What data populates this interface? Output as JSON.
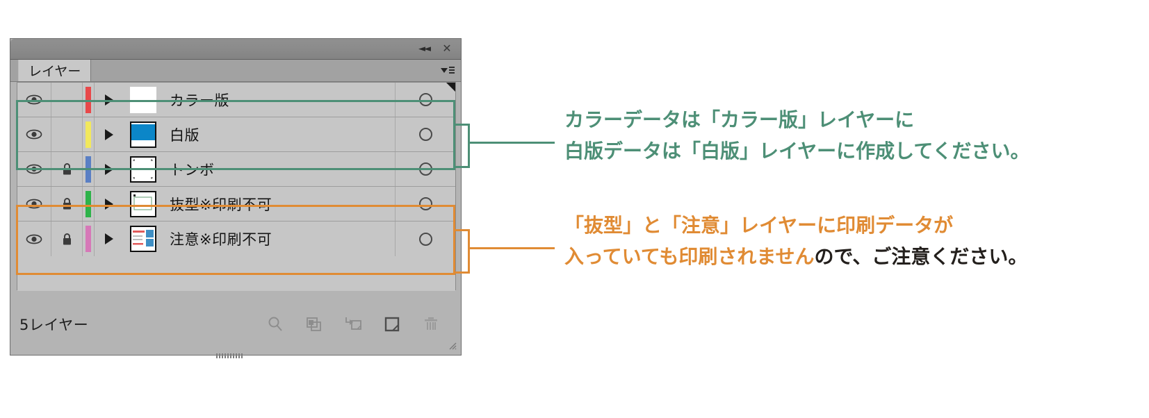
{
  "panel": {
    "tab_label": "レイヤー",
    "collapse_icon": "double-chevron-left-icon",
    "close_icon": "close-icon",
    "menu_icon": "panel-menu-icon",
    "footer_count": "5レイヤー",
    "footer_buttons": [
      {
        "name": "locate-object-button",
        "icon": "magnifier-icon"
      },
      {
        "name": "make-clipping-mask-button",
        "icon": "clipping-mask-icon"
      },
      {
        "name": "create-new-sublayer-button",
        "icon": "new-sublayer-icon"
      },
      {
        "name": "create-new-layer-button",
        "icon": "new-layer-icon"
      },
      {
        "name": "delete-selection-button",
        "icon": "trash-icon"
      }
    ],
    "layers": [
      {
        "name": "カラー版",
        "visible": true,
        "locked": false,
        "color": "#e8484a",
        "selected": true,
        "thumb": "white-page",
        "thumb_framed": false
      },
      {
        "name": "白版",
        "visible": true,
        "locked": false,
        "color": "#f2e85c",
        "selected": false,
        "thumb": "blue-fill",
        "thumb_framed": true
      },
      {
        "name": "トンボ",
        "visible": true,
        "locked": true,
        "color": "#5a7fc4",
        "selected": false,
        "thumb": "crop-marks",
        "thumb_framed": true
      },
      {
        "name": "抜型※印刷不可",
        "visible": true,
        "locked": true,
        "color": "#2eb34a",
        "selected": false,
        "thumb": "diecut-outline",
        "thumb_framed": true
      },
      {
        "name": "注意※印刷不可",
        "visible": true,
        "locked": true,
        "color": "#d678b8",
        "selected": false,
        "thumb": "notes-page",
        "thumb_framed": true
      }
    ]
  },
  "annotations": {
    "green": {
      "color": "#4d8f76",
      "line1": "カラーデータは「カラー版」レイヤーに",
      "line2": "白版データは「白版」レイヤーに作成してください。"
    },
    "orange": {
      "color": "#e08b34",
      "dark_color": "#231f1c",
      "line1": "「抜型」と「注意」レイヤーに印刷データが",
      "line2_a": "入っていても印刷されません",
      "line2_b": "ので、ご注意ください。"
    }
  }
}
